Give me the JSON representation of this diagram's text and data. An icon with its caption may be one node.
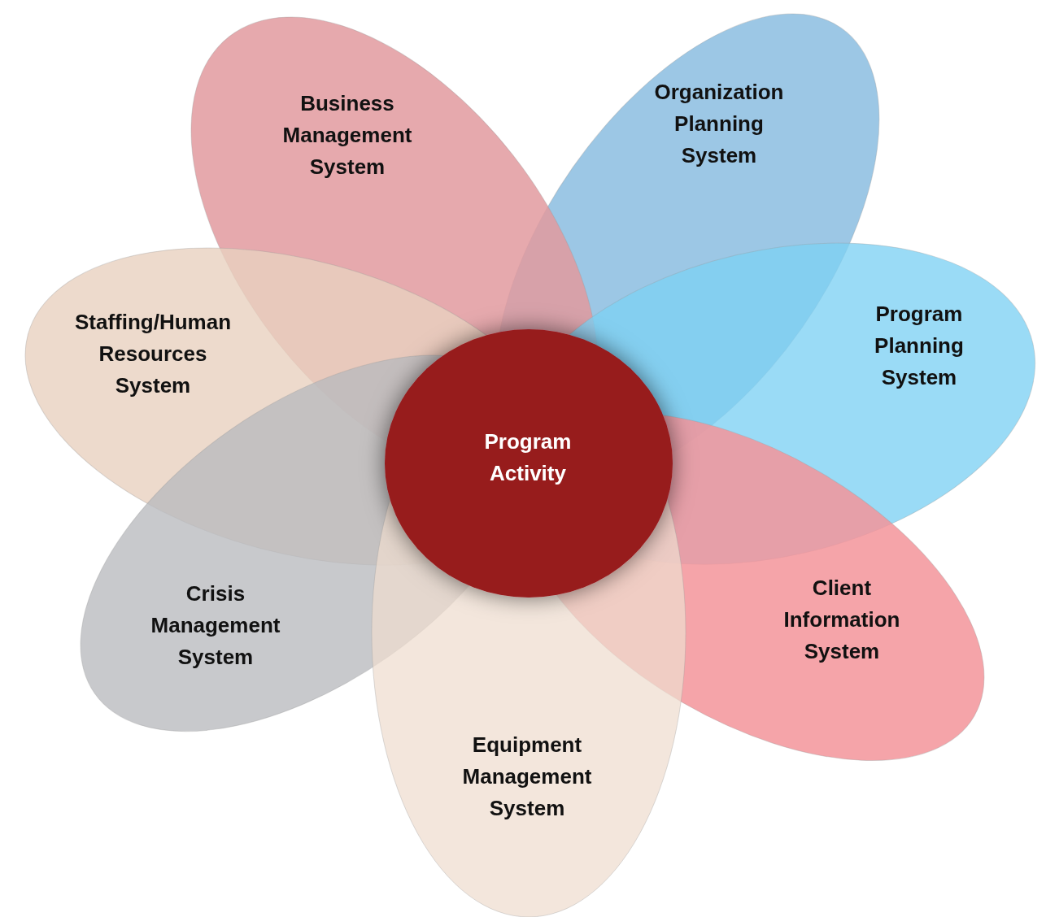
{
  "diagram": {
    "nodes": [
      {
        "text": [
          "Business Management System"
        ]
      },
      {
        "text": [
          "Organization Planning System"
        ]
      },
      {
        "text": [
          "Program Planning System"
        ]
      },
      {
        "text": [
          "Staffing/Human Resources System"
        ]
      },
      {
        "text": [
          "Program Activity"
        ]
      },
      {
        "text": [
          "Client Information System"
        ]
      },
      {
        "text": [
          "Crisis Management System"
        ]
      },
      {
        "text": [
          "Equipment Management System"
        ]
      }
    ]
  }
}
